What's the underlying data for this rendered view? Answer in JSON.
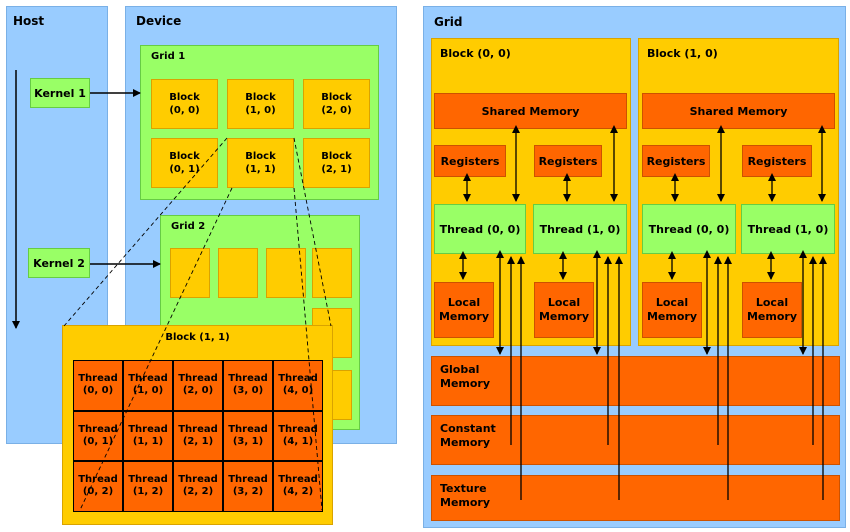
{
  "left": {
    "host_title": "Host",
    "device_title": "Device",
    "kernel1": "Kernel 1",
    "kernel2": "Kernel 2",
    "grid1_title": "Grid 1",
    "grid1_blocks": [
      [
        "Block\n(0, 0)",
        "Block\n(1, 0)",
        "Block\n(2, 0)"
      ],
      [
        "Block\n(0, 1)",
        "Block\n(1, 1)",
        "Block\n(2, 1)"
      ]
    ],
    "grid2_title": "Grid 2",
    "block_detail_title": "Block (1, 1)",
    "threads": [
      [
        "Thread\n(0, 0)",
        "Thread\n(1, 0)",
        "Thread\n(2, 0)",
        "Thread\n(3, 0)",
        "Thread\n(4, 0)"
      ],
      [
        "Thread\n(0, 1)",
        "Thread\n(1, 1)",
        "Thread\n(2, 1)",
        "Thread\n(3, 1)",
        "Thread\n(4, 1)"
      ],
      [
        "Thread\n(0, 2)",
        "Thread\n(1, 2)",
        "Thread\n(2, 2)",
        "Thread\n(3, 2)",
        "Thread\n(4, 2)"
      ]
    ]
  },
  "right": {
    "grid_title": "Grid",
    "blocks": [
      {
        "title": "Block (0, 0)",
        "shared": "Shared Memory",
        "registers": [
          "Registers",
          "Registers"
        ],
        "threads": [
          "Thread (0, 0)",
          "Thread (1, 0)"
        ],
        "local": [
          "Local\nMemory",
          "Local\nMemory"
        ]
      },
      {
        "title": "Block (1, 0)",
        "shared": "Shared Memory",
        "registers": [
          "Registers",
          "Registers"
        ],
        "threads": [
          "Thread (0, 0)",
          "Thread (1, 0)"
        ],
        "local": [
          "Local\nMemory",
          "Local\nMemory"
        ]
      }
    ],
    "global": "Global\nMemory",
    "constant": "Constant\nMemory",
    "texture": "Texture\nMemory"
  },
  "colors": {
    "panel": "#99ccff",
    "grid_green": "#99ff66",
    "block_yellow": "#ffcc00",
    "memory_orange": "#ff6600"
  }
}
